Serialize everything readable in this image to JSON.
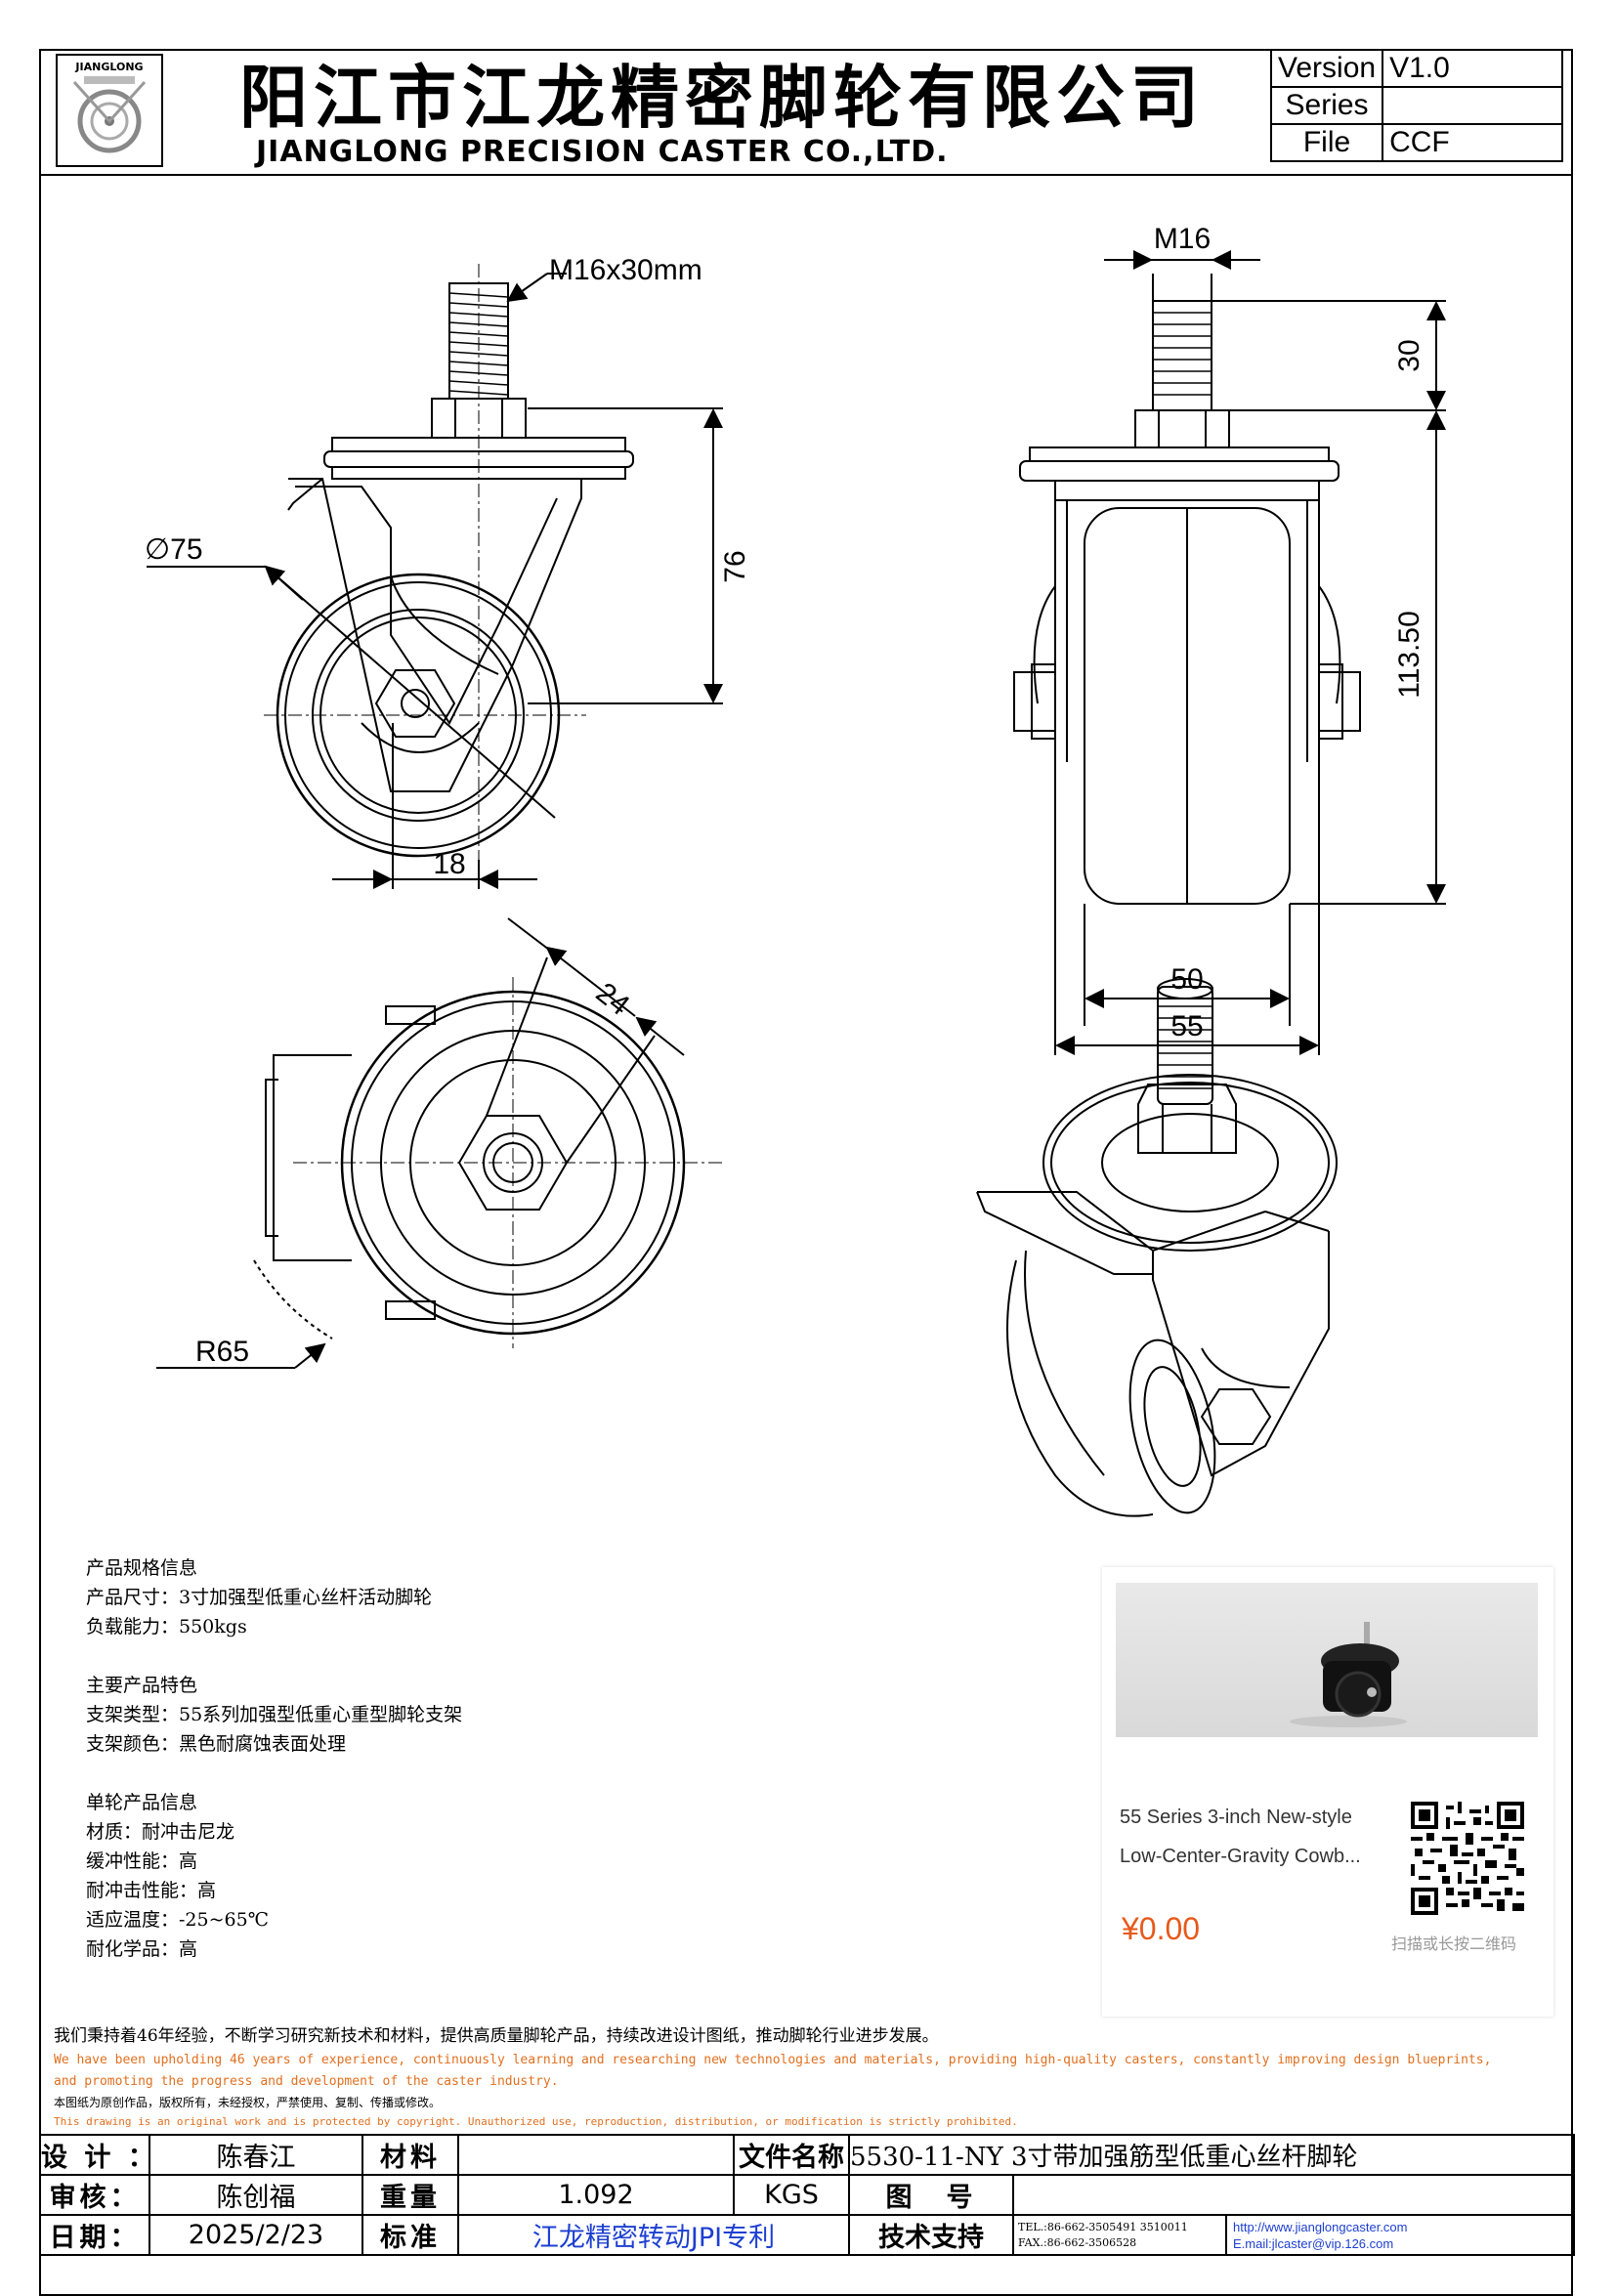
{
  "header": {
    "logo_text": "JIANGLONG",
    "title_cn": "阳江市江龙精密脚轮有限公司",
    "title_en": "JIANGLONG PRECISION CASTER CO.,LTD.",
    "version_label": "Version",
    "version_value": "V1.0",
    "series_label": "Series",
    "series_value": "",
    "file_label": "File",
    "file_value": "CCF"
  },
  "dimensions": {
    "thread": "M16x30mm",
    "thread_dia": "M16",
    "wheel_dia": "∅75",
    "height_side": "76",
    "offset": "18",
    "thread_length": "30",
    "total_height": "113.50",
    "wheel_width": "50",
    "bracket_width": "55",
    "bolt_size": "24",
    "swivel_radius": "R65"
  },
  "spec": {
    "s1_title": "产品规格信息",
    "s1_l1": "产品尺寸：3寸加强型低重心丝杆活动脚轮",
    "s1_l2": "负载能力：550kgs",
    "s2_title": "主要产品特色",
    "s2_l1": "支架类型：55系列加强型低重心重型脚轮支架",
    "s2_l2": "支架颜色：黑色耐腐蚀表面处理",
    "s3_title": "单轮产品信息",
    "s3_l1": "材质：耐冲击尼龙",
    "s3_l2": "缓冲性能：高",
    "s3_l3": "耐冲击性能：高",
    "s3_l4": "适应温度：-25~65℃",
    "s3_l5": "耐化学品：高"
  },
  "card": {
    "title_l1": "55 Series 3-inch New-style",
    "title_l2": "Low-Center-Gravity Cowb...",
    "price": "¥0.00",
    "qr_caption": "扫描或长按二维码"
  },
  "statement": {
    "cn1": "我们秉持着46年经验，不断学习研究新技术和材料，提供高质量脚轮产品，持续改进设计图纸，推动脚轮行业进步发展。",
    "en1a": "We have been upholding 46 years of experience, continuously learning and researching new technologies and materials, providing high-quality casters, constantly improving design blueprints,",
    "en1b": "and promoting the progress and development of the caster industry.",
    "cn2": "本图纸为原创作品，版权所有，未经授权，严禁使用、复制、传播或修改。",
    "en2": "This drawing is an original work and is protected by copyright. Unauthorized use, reproduction, distribution, or modification is strictly prohibited."
  },
  "titleblock": {
    "design_label": "设 计 ：",
    "design_value": "陈春江",
    "material_label": "材料",
    "material_value": "",
    "filename_label": "文件名称",
    "filename_value": "5530-11-NY 3寸带加强筋型低重心丝杆脚轮",
    "review_label": "审核：",
    "review_value": "陈创福",
    "weight_label": "重量",
    "weight_value": "1.092",
    "weight_unit": "KGS",
    "drawing_label": "图　号",
    "drawing_value": "",
    "date_label": "日期：",
    "date_value": "2025/2/23",
    "standard_label": "标准",
    "standard_value": "江龙精密转动JPI专利",
    "support_label": "技术支持",
    "tel": "TEL.:86-662-3505491 3510011",
    "fax": "FAX.:86-662-3506528",
    "web": "http://www.jianglongcaster.com",
    "email": "E.mail:jlcaster@vip.126.com"
  }
}
